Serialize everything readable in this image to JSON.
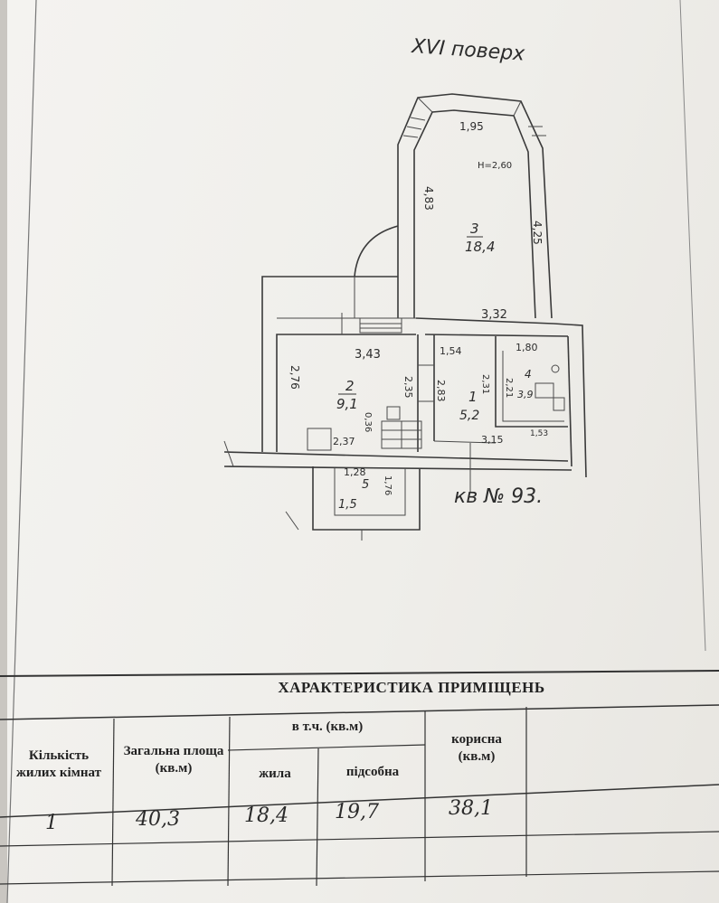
{
  "plan": {
    "floor_note": "XVI поверх",
    "apartment": "кв № 93.",
    "rooms": [
      {
        "number": "1",
        "area": "5,2"
      },
      {
        "number": "2",
        "area": "9,1"
      },
      {
        "number": "3",
        "area": "18,4"
      },
      {
        "number": "4",
        "area": "3,9"
      },
      {
        "number": "5",
        "area": "1,5"
      }
    ],
    "dimensions": {
      "d195": "1,95",
      "height": "H=2,60",
      "d483": "4,83",
      "d425": "4,25",
      "d332": "3,32",
      "d343": "3,43",
      "d154": "1,54",
      "d180": "1,80",
      "d276": "2,76",
      "d235": "2,35",
      "d283": "2,83",
      "d231": "2,31",
      "d221": "2,21",
      "d036": "0,36",
      "d237": "2,37",
      "d315": "3,15",
      "d153": "1,53",
      "d128": "1,28",
      "d176": "1,76"
    }
  },
  "table": {
    "title": "ХАРАКТЕРИСТИКА ПРИМІЩЕНЬ",
    "col_rooms": "Кількість жилих кімнат",
    "col_total": "Загальна площа (кв.м)",
    "col_including": "в т.ч. (кв.м)",
    "col_living": "жила",
    "col_aux": "підсобна",
    "col_useful": "корисна (кв.м)",
    "values": {
      "rooms": "1",
      "total": "40,3",
      "living": "18,4",
      "aux": "19,7",
      "useful": "38,1"
    }
  }
}
